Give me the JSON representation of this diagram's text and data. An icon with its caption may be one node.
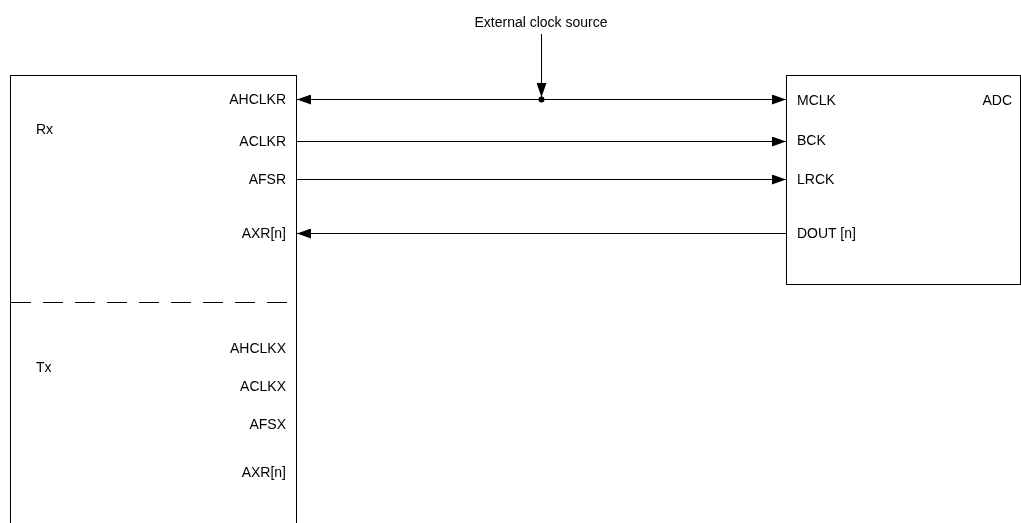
{
  "diagram": {
    "nodes": [
      {
        "text": [],
        "shape": "box"
      },
      {
        "text": [
          "Rx"
        ],
        "in": 0
      },
      {
        "text": [
          "AHCLKR"
        ],
        "in": 1
      },
      {
        "text": [
          "ACLKR"
        ],
        "in": 1
      },
      {
        "text": [
          "AFSR"
        ],
        "in": 1
      },
      {
        "text": [
          "AXR[n]"
        ],
        "in": 1
      },
      {
        "text": [
          "Tx"
        ],
        "in": 0
      },
      {
        "text": [
          "AHCLKX"
        ],
        "in": 6
      },
      {
        "text": [
          "ACLKX"
        ],
        "in": 6
      },
      {
        "text": [
          "AFSX"
        ],
        "in": 6
      },
      {
        "text": [
          "AXR[n]"
        ],
        "in": 6
      },
      {
        "text": [
          "ADC"
        ]
      },
      {
        "text": [
          "MCLK"
        ],
        "in": 11
      },
      {
        "text": [
          "BCK"
        ],
        "in": 11
      },
      {
        "text": [
          "LRCK"
        ],
        "in": 11
      },
      {
        "text": [
          "DOUT [n]"
        ],
        "in": 11
      },
      {
        "text": [
          "External clock source"
        ]
      }
    ],
    "edges": [
      {
        "from": 2,
        "to": 12,
        "arrow": "both"
      },
      {
        "from": 3,
        "to": 13,
        "arrow": "to"
      },
      {
        "from": 4,
        "to": 14,
        "arrow": "to"
      },
      {
        "from": 15,
        "to": 5,
        "arrow": "to"
      },
      {
        "from": 16,
        "to": null,
        "arrow": "to"
      }
    ]
  }
}
